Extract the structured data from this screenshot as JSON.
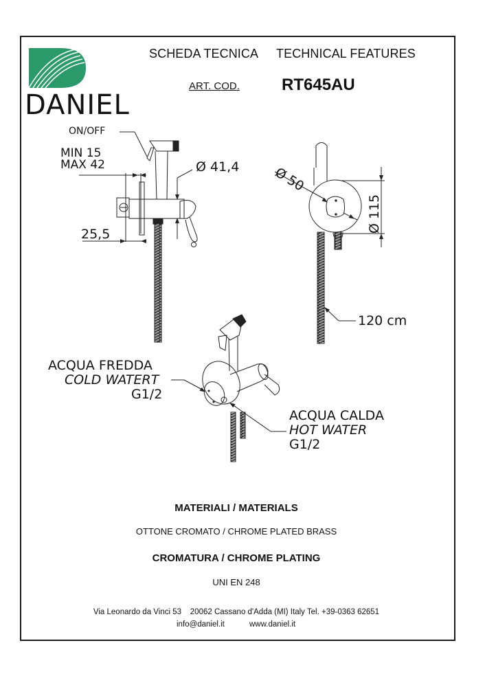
{
  "header": {
    "brand": "DANIEL",
    "brand_color": "#2a9a6a",
    "title_it": "SCHEDA TECNICA",
    "title_en": "TECHNICAL FEATURES",
    "art_cod_label": "ART. COD.",
    "art_cod_value": "RT645AU"
  },
  "drawing": {
    "side_view": {
      "on_off_label": "ON/OFF",
      "min_label": "MIN 15",
      "max_label": "MAX 42",
      "diameter_label": "Ø 41,4",
      "depth_label": "25,5"
    },
    "front_view": {
      "diameter_small_label": "Ø 50",
      "diameter_large_label": "Ø 115",
      "hose_length_label": "120 cm"
    },
    "iso_view": {
      "cold_it": "ACQUA FREDDA",
      "cold_en": "COLD WATERT",
      "cold_thread": "G1/2",
      "hot_it": "ACQUA CALDA",
      "hot_en": "HOT WATER",
      "hot_thread": "G1/2"
    }
  },
  "specs": {
    "materials_heading": "MATERIALI / MATERIALS",
    "materials_value": "OTTONE CROMATO  / CHROME PLATED BRASS",
    "plating_heading": "CROMATURA / CHROME PLATING",
    "plating_value": "UNI EN 248"
  },
  "footer": {
    "address": "Via Leonardo da Vinci 53    20062 Cassano d'Adda (MI) Italy Tel. +39-0363 62651",
    "email": "info@daniel.it",
    "website": "www.daniel.it"
  }
}
